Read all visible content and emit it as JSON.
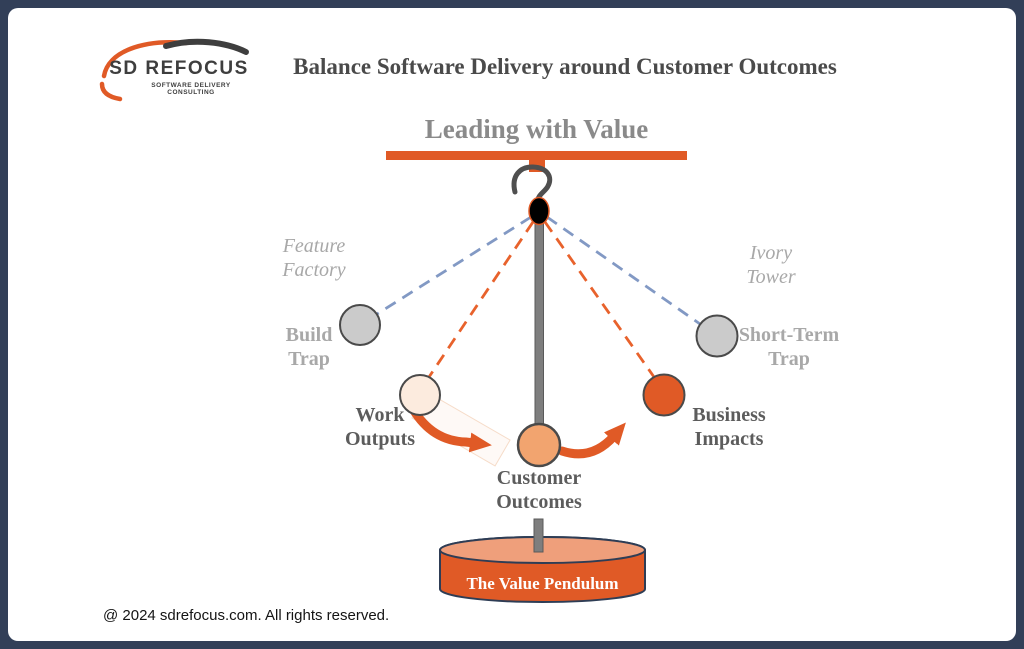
{
  "slide": {
    "border_color": "#323F58",
    "background": "#FFFFFF"
  },
  "header": {
    "logo": {
      "name": "SD REFOCUS",
      "tagline": "SOFTWARE DELIVERY CONSULTING"
    },
    "title": "Balance Software Delivery around Customer Outcomes"
  },
  "diagram": {
    "beam_title": "Leading with Value",
    "labels": {
      "feature_factory": "Feature Factory",
      "build_trap": "Build Trap",
      "ivory_tower": "Ivory Tower",
      "short_term_trap": "Short-Term Trap",
      "work_outputs": "Work Outputs",
      "business_impacts": "Business Impacts",
      "customer_outcomes": "Customer Outcomes",
      "pendulum_base": "The Value Pendulum"
    },
    "colors": {
      "accent_orange": "#E05A26",
      "orange_dash": "#E8622C",
      "blue_dash": "#8299C4",
      "light_peach_circle": "#FCEBDE",
      "mid_orange_circle": "#F2A46F",
      "gray_circle": "#CBCBCB",
      "cylinder_top": "#EF9F7B",
      "rod_gray": "#7E7E7E",
      "muted_text": "#A8A8A8",
      "dark_label_text": "#5C5C5C",
      "title_text": "#4A4A4A"
    }
  },
  "footer": {
    "copyright": "@ 2024 sdrefocus.com. All rights reserved."
  }
}
